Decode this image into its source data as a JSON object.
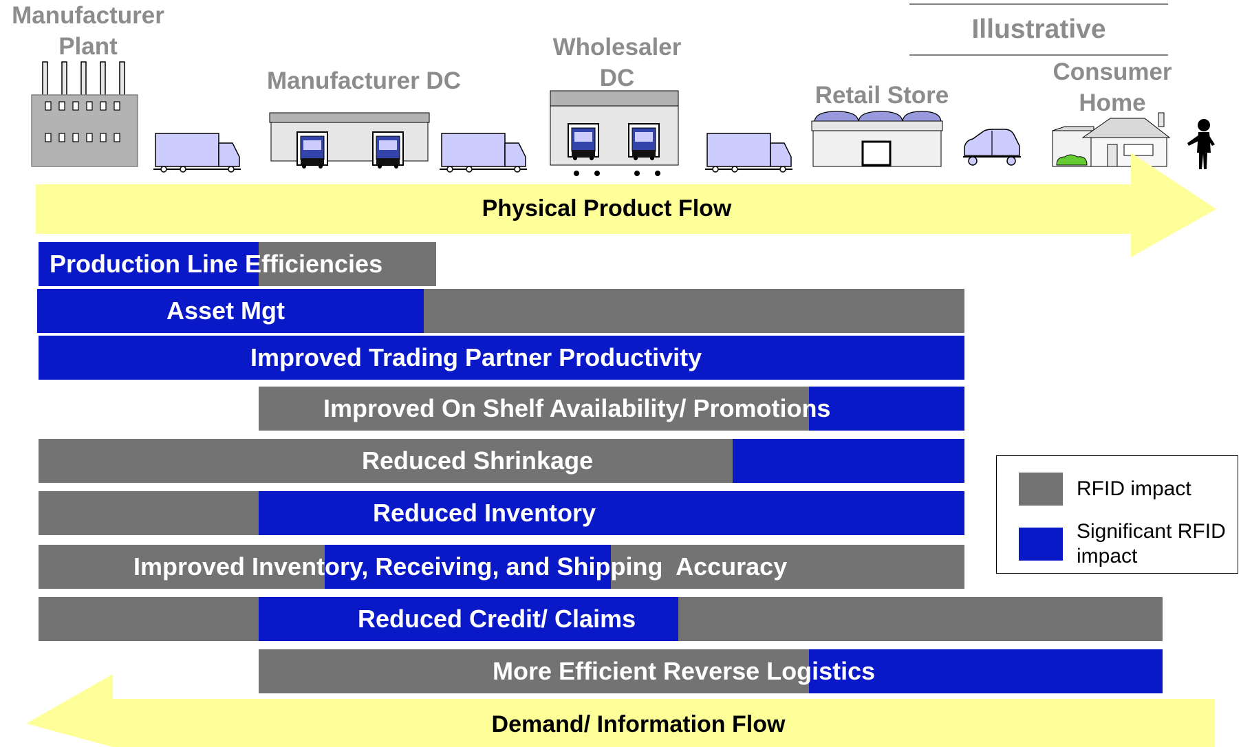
{
  "header": {
    "illustrative": "Illustrative"
  },
  "stages": {
    "manufacturer_plant": "Manufacturer\nPlant",
    "manufacturer_dc": "Manufacturer DC",
    "wholesaler_dc": "Wholesaler\nDC",
    "retail_store": "Retail Store",
    "consumer_home": "Consumer\nHome"
  },
  "flows": {
    "physical": "Physical Product Flow",
    "demand": "Demand/ Information Flow"
  },
  "bars": [
    {
      "label": "Production Line Efficiencies"
    },
    {
      "label": "Asset Mgt"
    },
    {
      "label": "Improved Trading Partner Productivity"
    },
    {
      "label": "Improved On Shelf Availability/ Promotions"
    },
    {
      "label": "Reduced Shrinkage"
    },
    {
      "label": "Reduced Inventory"
    },
    {
      "label": "Improved Inventory, Receiving, and Shipping  Accuracy"
    },
    {
      "label": "Reduced Credit/ Claims"
    },
    {
      "label": "More Efficient Reverse Logistics"
    }
  ],
  "legend": {
    "rfid_impact": "RFID impact",
    "significant_rfid_impact": "Significant RFID\nimpact"
  },
  "colors": {
    "rfid_impact": "#737373",
    "significant_rfid_impact": "#0a19c8",
    "flow_arrow": "#ffff99",
    "icon_fill": "#ccccff"
  }
}
